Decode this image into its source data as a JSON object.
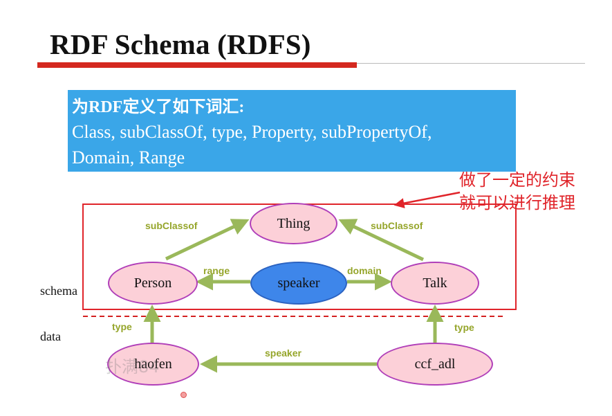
{
  "slide": {
    "title": "RDF Schema (RDFS)",
    "vocab_heading": "为RDF定义了如下词汇:",
    "vocab_line1": "Class, subClassOf, type, Property, subPropertyOf,",
    "vocab_line2": "Domain, Range",
    "note_line1": "做了一定的约束",
    "note_line2": "就可以进行推理"
  },
  "diagram": {
    "side_labels": {
      "schema": "schema",
      "data": "data"
    },
    "nodes": {
      "thing": "Thing",
      "person": "Person",
      "speaker": "speaker",
      "talk": "Talk",
      "haofen": "haofen",
      "ccf_adl": "ccf_adl"
    },
    "edges": {
      "person_thing": "subClassof",
      "talk_thing": "subClassof",
      "speaker_person": "range",
      "speaker_talk": "domain",
      "haofen_person": "type",
      "ccf_talk": "type",
      "ccf_haofen": "speaker"
    },
    "watermark": "扑满84"
  },
  "colors": {
    "title_bar": "#d4281f",
    "vocab_box": "#3aa6e8",
    "annotation_red": "#e0242a",
    "node_fill": "#fcd0d8",
    "node_border": "#b03fb9",
    "node_highlight": "#3e86ea",
    "edge": "#9ab85a",
    "edge_label": "#95a52a",
    "separator": "#d42020"
  }
}
